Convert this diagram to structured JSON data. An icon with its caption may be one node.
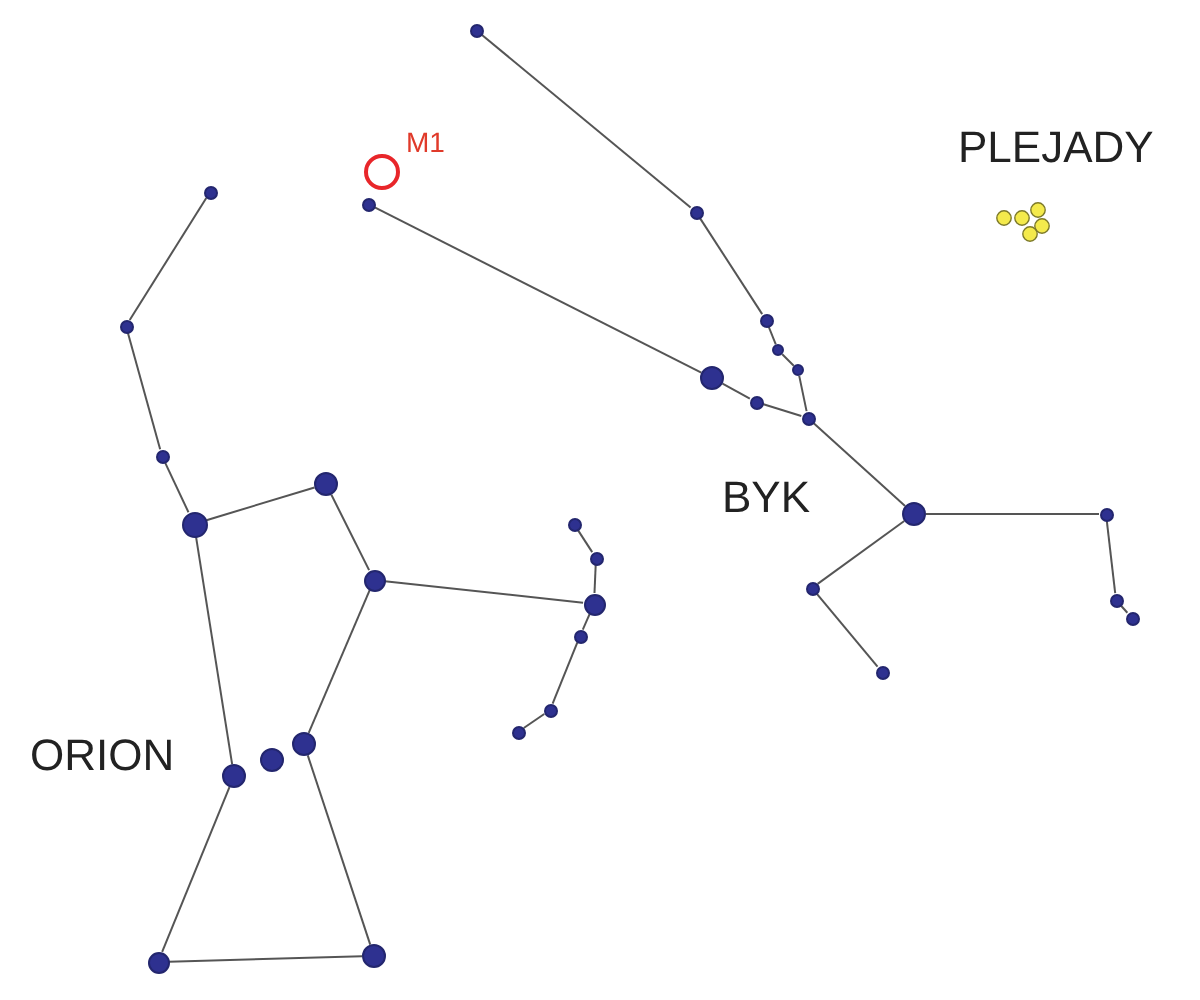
{
  "diagram": {
    "nodes": [
      {
        "text": [],
        "shape": "circle"
      },
      {
        "text": [],
        "shape": "circle",
        "beside": [
          "M1"
        ]
      },
      {
        "text": [],
        "shape": "circle"
      },
      {
        "text": [],
        "shape": "circle"
      },
      {
        "text": [],
        "shape": "circle"
      },
      {
        "text": [],
        "shape": "circle"
      },
      {
        "text": [],
        "shape": "circle"
      },
      {
        "text": [],
        "shape": "circle"
      },
      {
        "text": [],
        "shape": "circle"
      },
      {
        "text": [],
        "shape": "circle"
      },
      {
        "text": [],
        "shape": "circle"
      },
      {
        "text": [],
        "shape": "circle"
      },
      {
        "text": [],
        "shape": "circle"
      },
      {
        "text": [],
        "shape": "circle"
      },
      {
        "text": [],
        "shape": "circle"
      },
      {
        "text": [],
        "shape": "circle"
      },
      {
        "text": [],
        "shape": "circle"
      },
      {
        "text": [],
        "shape": "circle"
      },
      {
        "text": [],
        "shape": "circle"
      },
      {
        "text": [],
        "shape": "circle"
      },
      {
        "text": [],
        "shape": "circle"
      },
      {
        "text": [],
        "shape": "circle"
      },
      {
        "text": [],
        "shape": "circle"
      },
      {
        "text": [],
        "shape": "circle"
      },
      {
        "text": [],
        "shape": "circle"
      },
      {
        "text": [],
        "shape": "circle"
      },
      {
        "text": [],
        "shape": "circle"
      },
      {
        "text": [],
        "shape": "circle"
      },
      {
        "text": [],
        "shape": "circle"
      },
      {
        "text": [],
        "shape": "circle"
      },
      {
        "text": [],
        "shape": "circle"
      },
      {
        "text": [],
        "shape": "circle"
      },
      {
        "text": [],
        "shape": "circle"
      }
    ],
    "edges": [
      {
        "from": 0,
        "to": 4,
        "arrow": "none"
      },
      {
        "from": 4,
        "to": 5,
        "arrow": "none"
      },
      {
        "from": 5,
        "to": 7,
        "arrow": "none"
      },
      {
        "from": 7,
        "to": 8,
        "arrow": "none"
      },
      {
        "from": 8,
        "to": 11,
        "arrow": "none"
      },
      {
        "from": 3,
        "to": 9,
        "arrow": "none"
      },
      {
        "from": 9,
        "to": 10,
        "arrow": "none"
      },
      {
        "from": 10,
        "to": 11,
        "arrow": "none"
      },
      {
        "from": 11,
        "to": 14,
        "arrow": "none"
      },
      {
        "from": 14,
        "to": 15,
        "arrow": "none"
      },
      {
        "from": 15,
        "to": 21,
        "arrow": "none"
      },
      {
        "from": 21,
        "to": 23,
        "arrow": "none"
      },
      {
        "from": 14,
        "to": 20,
        "arrow": "none"
      },
      {
        "from": 20,
        "to": 25,
        "arrow": "none"
      },
      {
        "from": 2,
        "to": 6,
        "arrow": "none"
      },
      {
        "from": 6,
        "to": 12,
        "arrow": "none"
      },
      {
        "from": 12,
        "to": 16,
        "arrow": "none"
      },
      {
        "from": 16,
        "to": 13,
        "arrow": "none"
      },
      {
        "from": 13,
        "to": 19,
        "arrow": "none"
      },
      {
        "from": 19,
        "to": 22,
        "arrow": "none"
      },
      {
        "from": 17,
        "to": 18,
        "arrow": "none"
      },
      {
        "from": 18,
        "to": 22,
        "arrow": "none"
      },
      {
        "from": 22,
        "to": 24,
        "arrow": "none"
      },
      {
        "from": 24,
        "to": 26,
        "arrow": "none"
      },
      {
        "from": 26,
        "to": 27,
        "arrow": "none"
      },
      {
        "from": 19,
        "to": 28,
        "arrow": "none"
      },
      {
        "from": 16,
        "to": 30,
        "arrow": "none"
      },
      {
        "from": 30,
        "to": 32,
        "arrow": "none"
      },
      {
        "from": 32,
        "to": 31,
        "arrow": "none"
      },
      {
        "from": 31,
        "to": 28,
        "arrow": "none"
      }
    ],
    "labels": [
      "PLEJADY",
      "BYK",
      "ORION"
    ]
  }
}
